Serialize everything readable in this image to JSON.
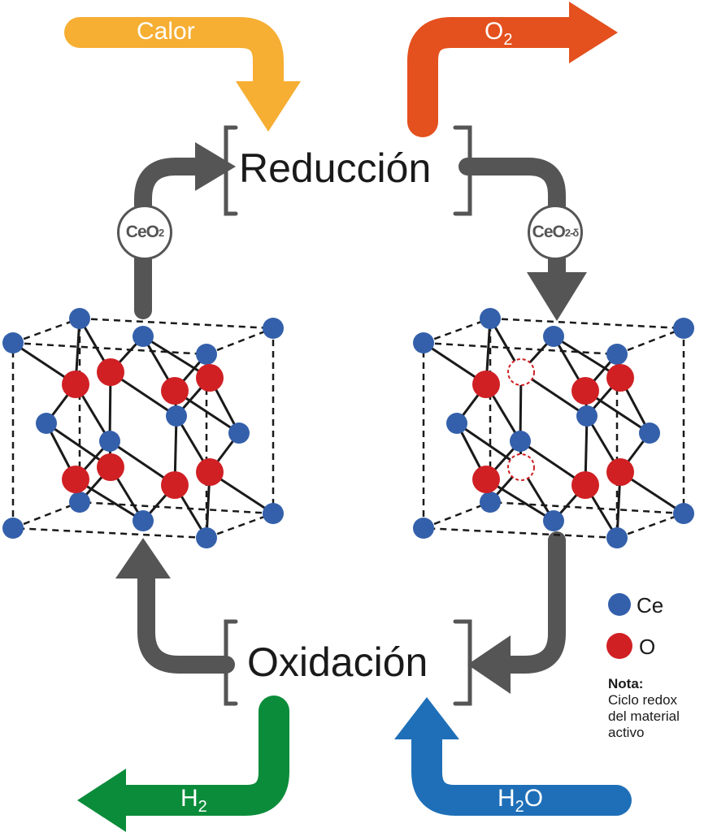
{
  "labels": {
    "heat": "Calor",
    "o2": "O",
    "o2_sub": "2",
    "h2": "H",
    "h2_sub": "2",
    "h2o_pre": "H",
    "h2o_sub": "2",
    "h2o_post": "O",
    "reduction": "Reducción",
    "oxidation": "Oxidación",
    "ceo2": "CeO",
    "ceo2_sub": "2",
    "ceo2d": "CeO",
    "ceo2d_sub": "2-δ"
  },
  "legend": {
    "ce": "Ce",
    "o": "O",
    "note_title": "Nota:",
    "note_text": "Ciclo redox del material activo"
  },
  "colors": {
    "ce": "#3460ab",
    "o": "#d02024",
    "arrow": "#555555",
    "heat": "#f6ae33",
    "o2": "#e4501e",
    "h2": "#0b8c3a",
    "h2o": "#1f6fb8"
  }
}
